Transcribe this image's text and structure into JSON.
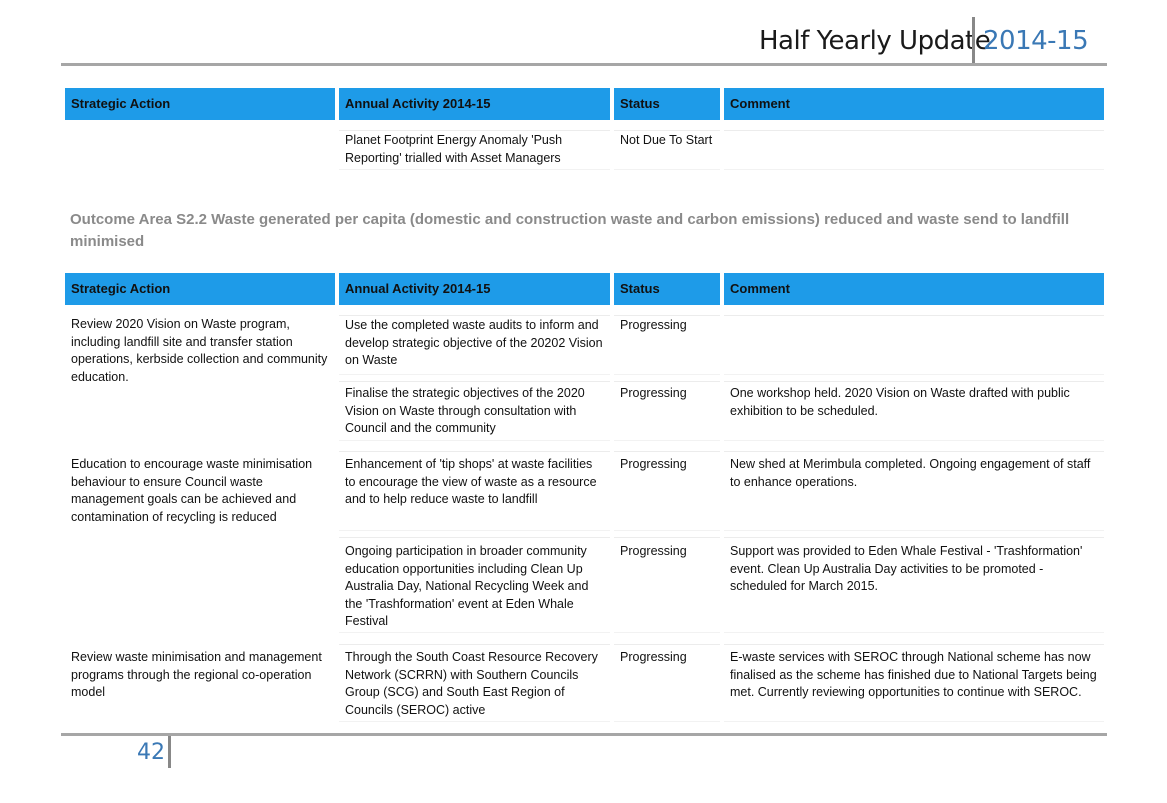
{
  "header": {
    "title": "Half Yearly Update",
    "year": "2014-15"
  },
  "columns": {
    "strategic_action": "Strategic Action",
    "annual_activity": "Annual Activity 2014-15",
    "status": "Status",
    "comment": "Comment"
  },
  "table1": {
    "rows": [
      {
        "action": "",
        "activity": "Planet Footprint Energy Anomaly 'Push Reporting' trialled with Asset Managers",
        "status": "Not Due To Start",
        "comment": ""
      }
    ]
  },
  "outcome_heading": "Outcome Area S2.2 Waste generated per capita (domestic and construction waste and carbon emissions) reduced and waste send to landfill minimised",
  "table2": {
    "groups": [
      {
        "action": "Review 2020 Vision on Waste program, including landfill site and transfer station operations, kerbside collection and community education.",
        "rows": [
          {
            "activity": "Use the completed waste audits to inform and develop strategic objective of the 20202 Vision on Waste",
            "status": "Progressing",
            "comment": ""
          },
          {
            "activity": "Finalise the strategic objectives of the 2020 Vision on Waste through consultation with Council and the community",
            "status": "Progressing",
            "comment": "One workshop held.  2020 Vision on Waste drafted with public exhibition to be scheduled."
          }
        ]
      },
      {
        "action": "Education to encourage waste minimisation behaviour to ensure Council waste management goals can be achieved and contamination of recycling is reduced",
        "rows": [
          {
            "activity": "Enhancement of 'tip shops' at waste facilities to encourage the view of waste as a resource and to help reduce waste to landfill",
            "status": "Progressing",
            "comment": "New shed at Merimbula completed.  Ongoing engagement of staff to enhance operations."
          },
          {
            "activity": "Ongoing participation in broader community education opportunities including Clean Up Australia Day, National Recycling Week and the 'Trashformation' event at Eden Whale Festival",
            "status": "Progressing",
            "comment": "Support was provided to Eden Whale Festival - 'Trashformation' event.  Clean Up Australia Day activities to be promoted - scheduled for March 2015."
          }
        ]
      },
      {
        "action": "Review waste minimisation and management programs through the regional co-operation model",
        "rows": [
          {
            "activity": "Through the South Coast Resource Recovery Network (SCRRN) with Southern Councils Group (SCG) and South East Region of Councils (SEROC) active",
            "status": "Progressing",
            "comment": "E-waste services with SEROC through National scheme has now finalised as the scheme has finished due to National Targets being met.  Currently reviewing opportunities to continue with SEROC."
          }
        ]
      }
    ]
  },
  "footer": {
    "page_number": "42"
  }
}
